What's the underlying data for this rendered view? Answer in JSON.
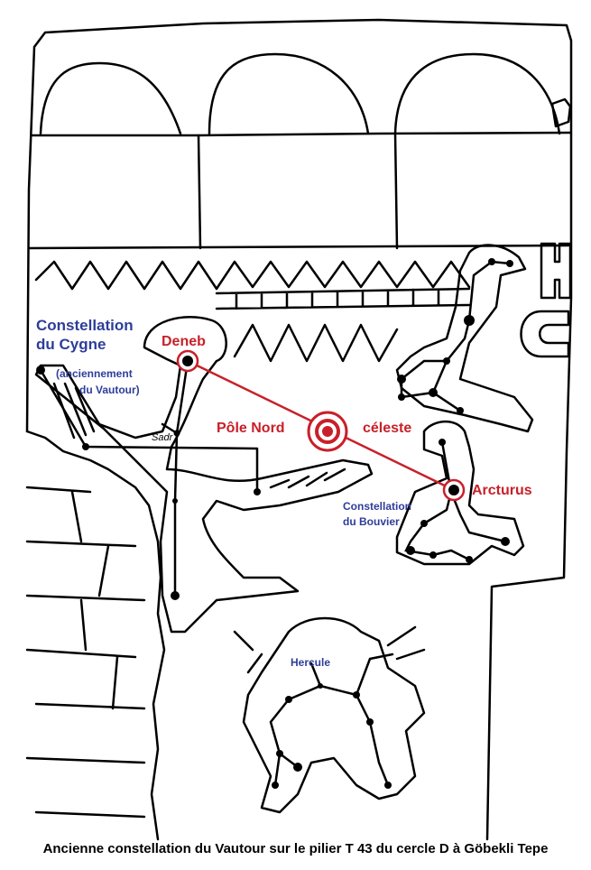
{
  "labels": {
    "cygnus_line1": "Constellation",
    "cygnus_line2": "du Cygne",
    "cygnus_note_line1": "(anciennement",
    "cygnus_note_line2": "du Vautour)",
    "deneb": "Deneb",
    "pole_word1": "Pôle Nord",
    "pole_word2": "céleste",
    "arcturus": "Arcturus",
    "bootes_line1": "Constellation",
    "bootes_line2": "du Bouvier",
    "hercules": "Hercule",
    "sadr": "Sadr"
  },
  "caption": "Ancienne constellation du Vautour sur le pilier T 43 du cercle D à Göbekli Tepe",
  "colors": {
    "label_blue": "#2e3d99",
    "label_red": "#c8202a",
    "ink": "#000000",
    "background": "#ffffff"
  }
}
